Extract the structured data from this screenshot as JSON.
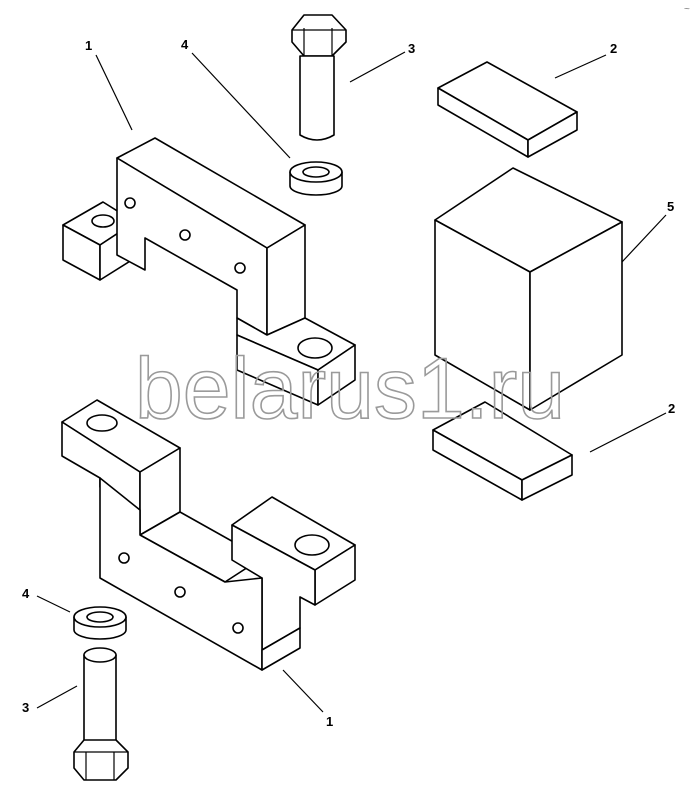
{
  "callouts": {
    "c1_top": "1",
    "c4_top": "4",
    "c3_top": "3",
    "c2_top": "2",
    "c5": "5",
    "c2_bottom": "2",
    "c4_bottom": "4",
    "c3_bottom": "3",
    "c1_bottom": "1"
  },
  "watermark": "belarus1.ru",
  "corner_mark": "~"
}
